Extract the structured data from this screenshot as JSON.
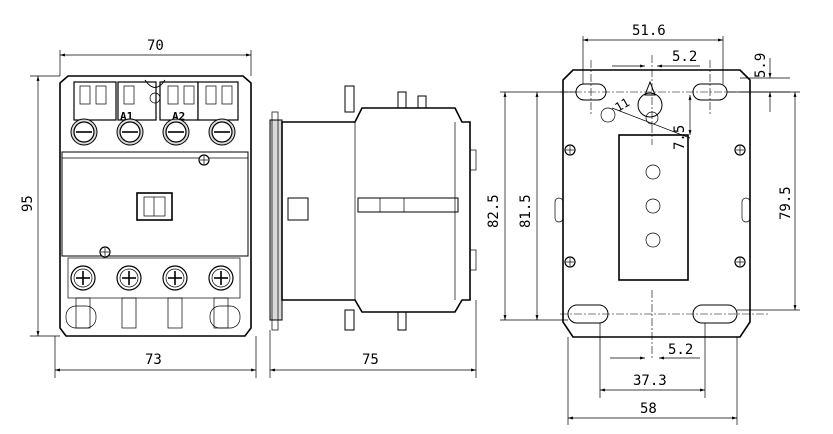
{
  "front_view": {
    "width_top": "70",
    "height": "95",
    "width_bottom": "73",
    "terminal_a1": "A1",
    "terminal_a2": "A2"
  },
  "side_view": {
    "depth": "75"
  },
  "mounting_view": {
    "hole_span_top": "51.6",
    "slot_width_top": "5.2",
    "top_offset": "5.9",
    "hole_diameter": "11",
    "hole_offset": "7.5",
    "height_outer": "82.5",
    "height_inner": "81.5",
    "height_right": "79.5",
    "slot_width_bottom": "5.2",
    "hole_span_bottom": "37.3",
    "width_bottom": "58"
  },
  "colors": {
    "line": "#000000",
    "background": "#ffffff",
    "shade": "#d9d9d9"
  }
}
